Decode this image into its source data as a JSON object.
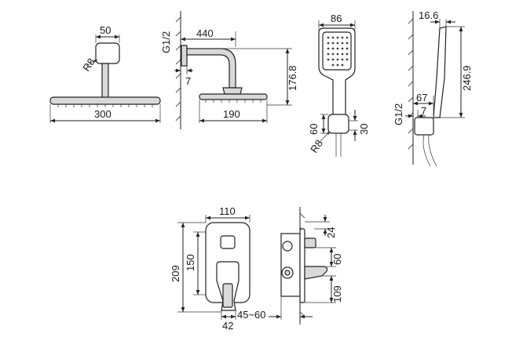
{
  "labels": {
    "r8_top": "R8",
    "d50": "50",
    "d300": "300",
    "g12_a": "G1/2",
    "d440": "440",
    "d7_a": "7",
    "d176": "176.8",
    "d190": "190",
    "d86": "86",
    "d60_a": "60",
    "r8_b": "R8",
    "d30": "30",
    "d16": "16.6",
    "d246": "246.9",
    "g12_b": "G1/2",
    "d67": "67",
    "d7_b": "7",
    "d110": "110",
    "d209": "209",
    "d150": "150",
    "d42": "42",
    "d4560": "45~60",
    "d24": "24",
    "d60_b": "60",
    "d109": "109"
  }
}
